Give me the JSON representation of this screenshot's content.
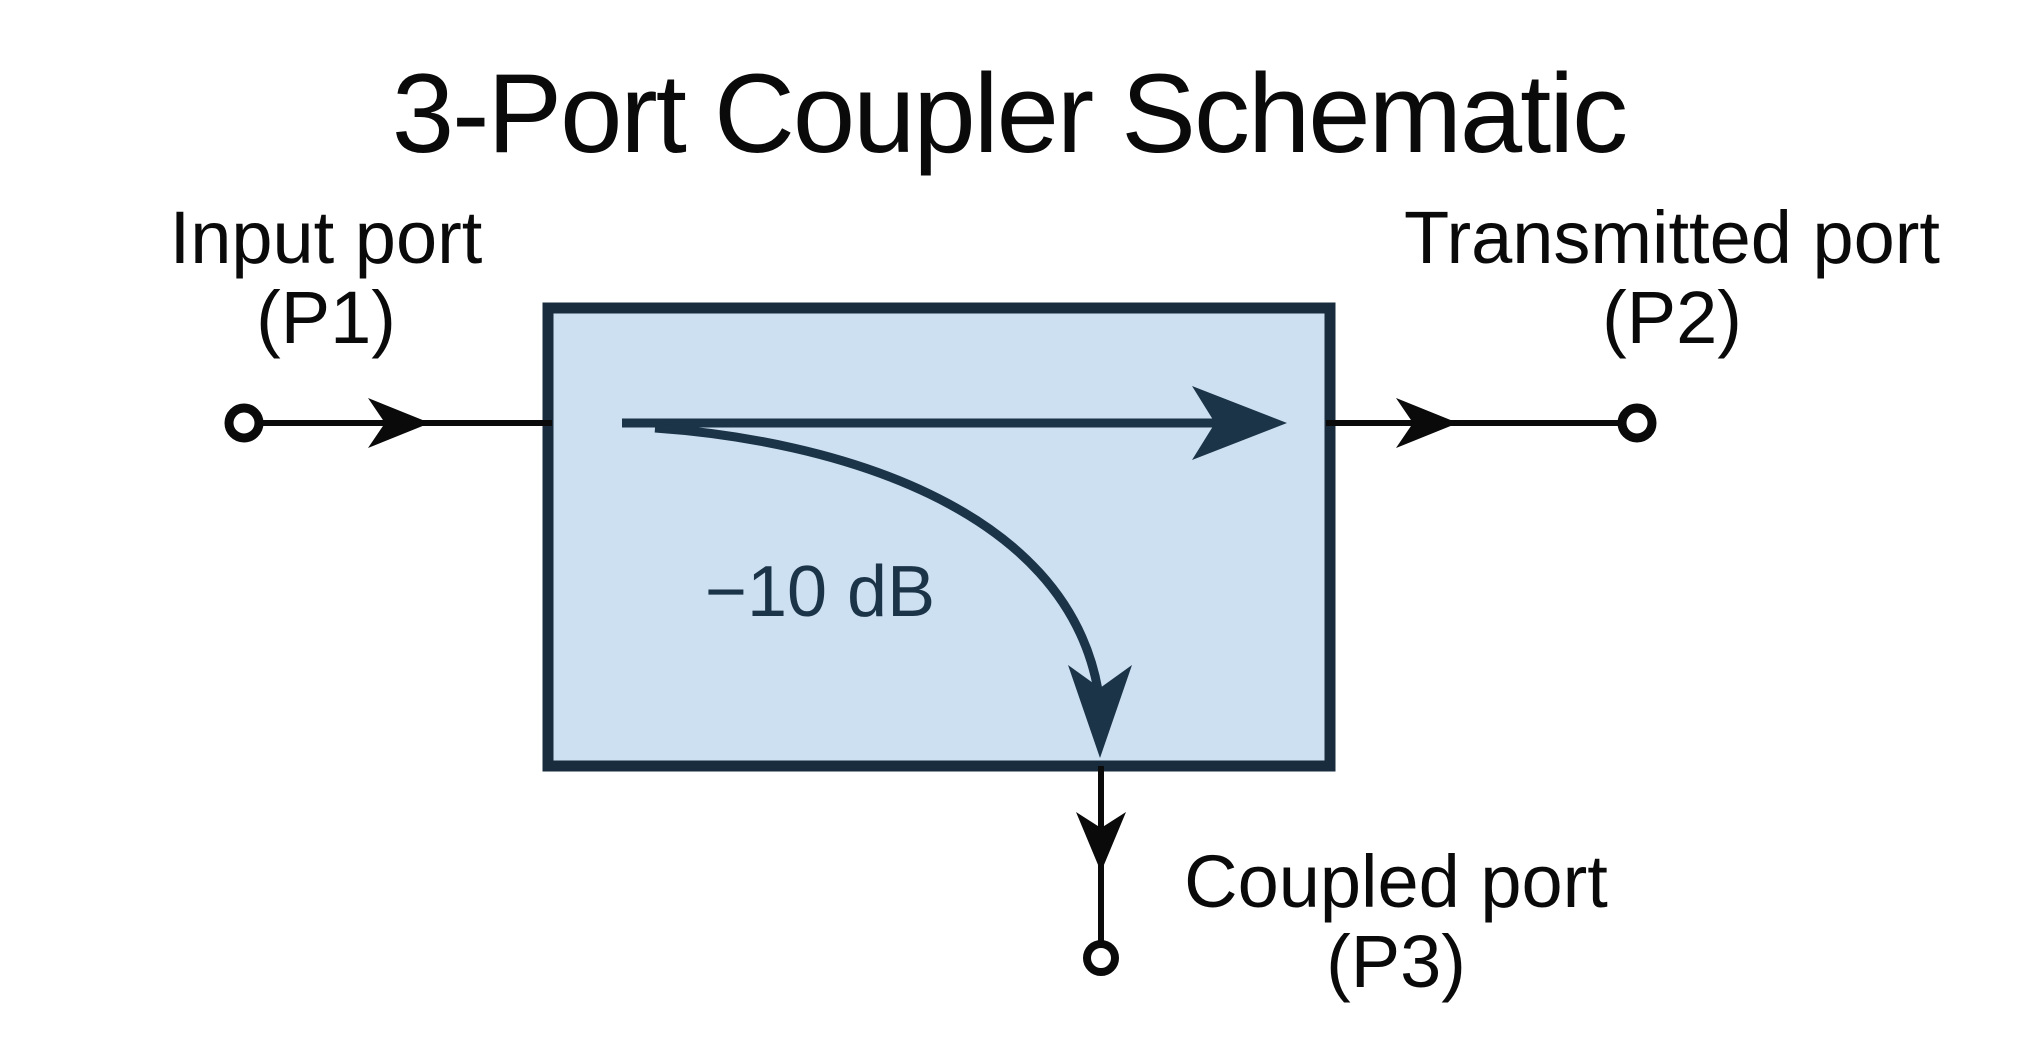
{
  "title": "3-Port Coupler Schematic",
  "coupler": {
    "coupling_label": "−10 dB"
  },
  "ports": {
    "input": {
      "name": "Input port",
      "designator": "(P1)"
    },
    "transmitted": {
      "name": "Transmitted port",
      "designator": "(P2)"
    },
    "coupled": {
      "name": "Coupled port",
      "designator": "(P3)"
    }
  },
  "colors": {
    "background": "#ffffff",
    "box_fill": "#cde0f2",
    "box_border": "#182c3d",
    "signal_arrow": "#1b3447",
    "line": "#0a0a0a",
    "text": "#0a0a0a"
  }
}
